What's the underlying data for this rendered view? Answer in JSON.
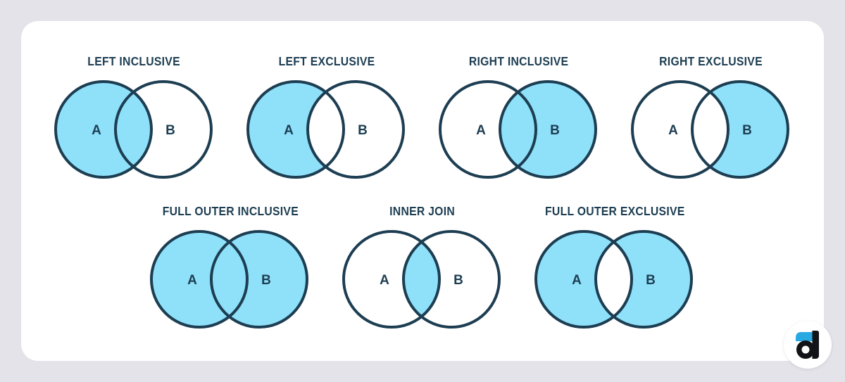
{
  "page": {
    "background_color": "#E4E3EA",
    "card_color": "#FFFFFF"
  },
  "colors": {
    "venn_fill_blue": "#8FE1FA",
    "venn_fill_white": "#FFFFFF",
    "venn_stroke": "#1D3E52",
    "title_text": "#1D3E52",
    "label_text": "#1D3E52",
    "logo_blue": "#29A9E2",
    "logo_black": "#121317"
  },
  "diagrams": [
    {
      "id": "left-inclusive",
      "row": 1,
      "title": "LEFT INCLUSIVE",
      "left_label": "A",
      "right_label": "B",
      "fill_left": "blue",
      "fill_right": "white",
      "fill_intersection": "blue"
    },
    {
      "id": "left-exclusive",
      "row": 1,
      "title": "LEFT EXCLUSIVE",
      "left_label": "A",
      "right_label": "B",
      "fill_left": "blue",
      "fill_right": "white",
      "fill_intersection": "white"
    },
    {
      "id": "right-inclusive",
      "row": 1,
      "title": "RIGHT INCLUSIVE",
      "left_label": "A",
      "right_label": "B",
      "fill_left": "white",
      "fill_right": "blue",
      "fill_intersection": "blue"
    },
    {
      "id": "right-exclusive",
      "row": 1,
      "title": "RIGHT EXCLUSIVE",
      "left_label": "A",
      "right_label": "B",
      "fill_left": "white",
      "fill_right": "blue",
      "fill_intersection": "white"
    },
    {
      "id": "full-outer-inclusive",
      "row": 2,
      "title": "FULL OUTER INCLUSIVE",
      "left_label": "A",
      "right_label": "B",
      "fill_left": "blue",
      "fill_right": "blue",
      "fill_intersection": "blue"
    },
    {
      "id": "inner-join",
      "row": 2,
      "title": "INNER JOIN",
      "left_label": "A",
      "right_label": "B",
      "fill_left": "white",
      "fill_right": "white",
      "fill_intersection": "blue"
    },
    {
      "id": "full-outer-exclusive",
      "row": 2,
      "title": "FULL OUTER EXCLUSIVE",
      "left_label": "A",
      "right_label": "B",
      "fill_left": "blue",
      "fill_right": "blue",
      "fill_intersection": "white"
    }
  ],
  "logo": {
    "icon": "d-logo"
  }
}
